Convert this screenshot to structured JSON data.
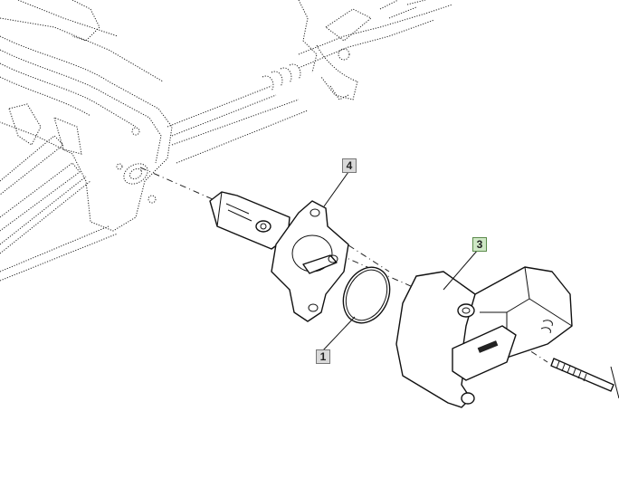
{
  "diagram": {
    "callouts": [
      {
        "id": "4",
        "label": "4",
        "highlighted": false
      },
      {
        "id": "3",
        "label": "3",
        "highlighted": true
      },
      {
        "id": "1",
        "label": "1",
        "highlighted": false
      }
    ],
    "colors": {
      "callout_fill": "#d9d9d9",
      "callout_highlight_fill": "#cfe8c6",
      "line": "#111111"
    }
  }
}
